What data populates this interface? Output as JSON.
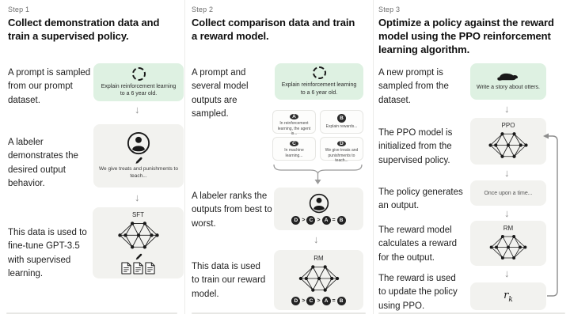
{
  "colors": {
    "prompt_box_bg": "#def1e2",
    "model_box_bg": "#f2f2ef",
    "icon_ink": "#191919",
    "arrow_gray": "#8f8f8f"
  },
  "icons": {
    "sample": "dashed-circle-icon",
    "labeler": "person-icon",
    "write": "pencil-icon",
    "model": "neural-network-icon",
    "documents": "documents-icon",
    "prompt3": "otter-icon",
    "flow": "down-arrow-icon",
    "group": "curly-brace-icon",
    "loop": "feedback-loop-arrow"
  },
  "steps": [
    {
      "step_label": "Step 1",
      "title": "Collect demonstration data and train a supervised policy.",
      "labels": {
        "prompt": "A prompt is sampled from our prompt dataset.",
        "labeler": "A labeler demonstrates the desired output behavior.",
        "finetune": "This data is used to fine-tune GPT-3.5 with supervised learning."
      },
      "prompt_box": {
        "text": "Explain reinforcement learning to a 6 year old."
      },
      "labeler_box": {
        "caption": "We give treats and punishments to teach..."
      },
      "model_box": {
        "label": "SFT"
      }
    },
    {
      "step_label": "Step 2",
      "title": "Collect comparison data and train a reward model.",
      "labels": {
        "prompt": "A prompt and several model outputs are sampled.",
        "rank": "A labeler ranks the outputs from best to worst.",
        "train": "This data is used to train our reward model."
      },
      "prompt_box": {
        "text": "Explain reinforcement learning to a 6 year old."
      },
      "outputs": [
        {
          "letter": "A",
          "text": "In reinforcement learning, the agent is..."
        },
        {
          "letter": "B",
          "text": "Explain rewards..."
        },
        {
          "letter": "C",
          "text": "In machine learning..."
        },
        {
          "letter": "D",
          "text": "We give treats and punishments to teach..."
        }
      ],
      "ranking": {
        "items": [
          "D",
          "C",
          "A",
          "B"
        ],
        "separators": [
          ">",
          ">",
          "="
        ]
      },
      "model_box": {
        "label": "RM"
      }
    },
    {
      "step_label": "Step 3",
      "title": "Optimize a policy against the reward model using the PPO reinforcement learning algorithm.",
      "labels": {
        "prompt": "A new prompt is sampled from the dataset.",
        "init": "The PPO model is initialized from the supervised policy.",
        "generate": "The policy generates an output.",
        "reward_calc": "The reward model calculates a reward for the output.",
        "update": "The reward is used to update the policy using PPO."
      },
      "prompt_box": {
        "text": "Write a story about otters."
      },
      "ppo_box": {
        "label": "PPO"
      },
      "output_box": {
        "text": "Once upon a time..."
      },
      "rm_box": {
        "label": "RM"
      },
      "reward_box": {
        "symbol": "r",
        "subscript": "k"
      }
    }
  ]
}
